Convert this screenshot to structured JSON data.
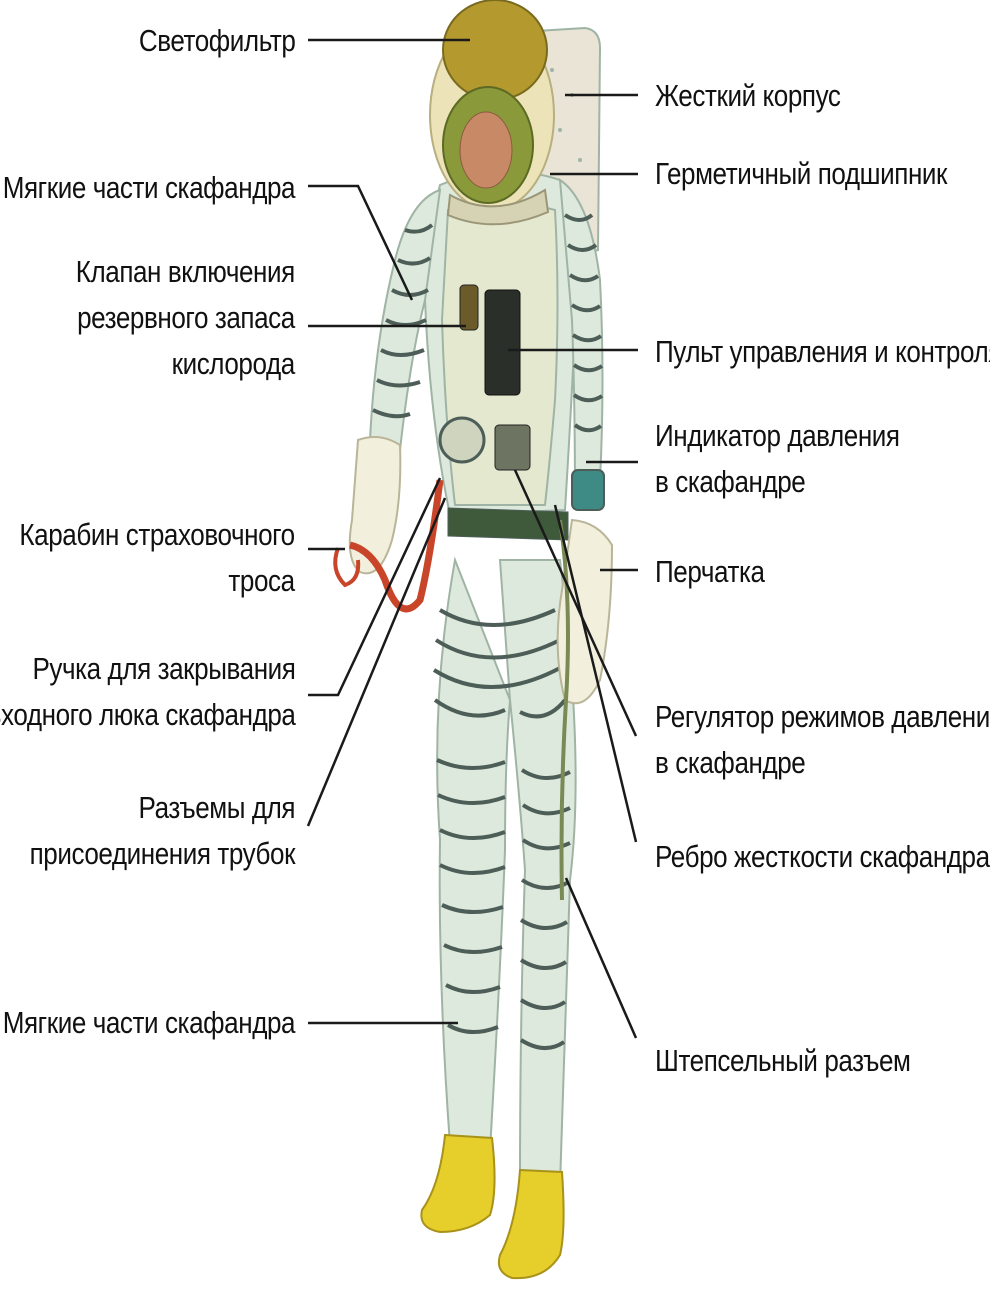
{
  "diagram": {
    "colors": {
      "suit": "#dde9dc",
      "suit_shade": "#9fb4a4",
      "rib": "#4d5e58",
      "helmet": "#b49a2e",
      "helmet_rim": "#ece3b8",
      "visor": "#8a9a3a",
      "face": "#c88a66",
      "boot": "#e6cf2a",
      "tether": "#c8452a",
      "belt": "#3f5a3a",
      "backpack": "#e9e4d6",
      "leader_line": "#1a1a1a"
    },
    "labels": {
      "visor_filter": [
        "Светофильтр"
      ],
      "soft_parts_upper": [
        "Мягкие части скафандра"
      ],
      "reserve_oxygen_valve": [
        "Клапан включения",
        "резервного запаса",
        "кислорода"
      ],
      "tether_carabiner": [
        "Карабин страховочного",
        "троса"
      ],
      "hatch_handle": [
        "Ручка для закрывания",
        "входного люка скафандра"
      ],
      "tube_connectors": [
        "Разъемы для",
        "присоединения трубок"
      ],
      "soft_parts_lower": [
        "Мягкие части скафандра"
      ],
      "hard_shell": [
        "Жесткий корпус"
      ],
      "sealed_bearing": [
        "Герметичный подшипник"
      ],
      "control_panel": [
        "Пульт управления и контроля"
      ],
      "pressure_indicator": [
        "Индикатор давления",
        "в скафандре"
      ],
      "glove": [
        "Перчатка"
      ],
      "pressure_mode_regulator": [
        "Регулятор режимов давления",
        "в скафандре"
      ],
      "stiffening_rib": [
        "Ребро жесткости скафандра"
      ],
      "plug_connector": [
        "Штепсельный разъем"
      ]
    }
  }
}
